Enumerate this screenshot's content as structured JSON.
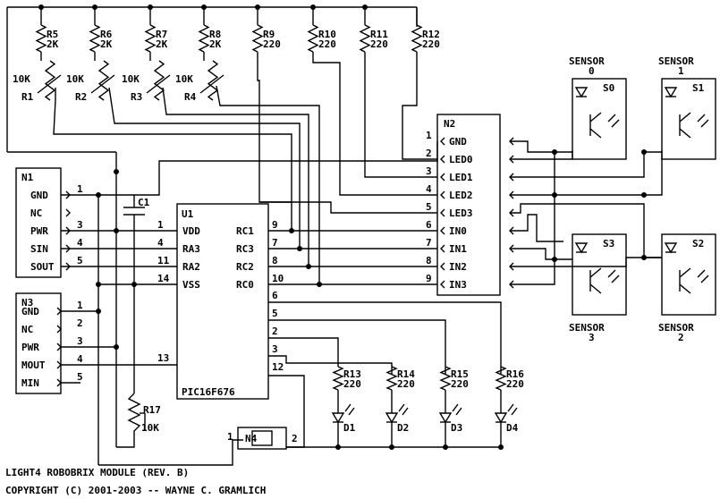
{
  "n1": {
    "ref": "N1",
    "pins": [
      {
        "n": "1",
        "name": "GND"
      },
      {
        "n": "",
        "name": "NC"
      },
      {
        "n": "3",
        "name": "PWR"
      },
      {
        "n": "4",
        "name": "SIN"
      },
      {
        "n": "5",
        "name": "SOUT"
      }
    ]
  },
  "n3": {
    "ref": "N3",
    "pins": [
      {
        "n": "1",
        "name": "GND"
      },
      {
        "n": "2",
        "name": "NC"
      },
      {
        "n": "3",
        "name": "PWR"
      },
      {
        "n": "4",
        "name": "MOUT"
      },
      {
        "n": "5",
        "name": "MIN"
      }
    ]
  },
  "n2": {
    "ref": "N2",
    "pins": [
      {
        "n": "1",
        "name": "GND"
      },
      {
        "n": "2",
        "name": "LED0"
      },
      {
        "n": "3",
        "name": "LED1"
      },
      {
        "n": "4",
        "name": "LED2"
      },
      {
        "n": "5",
        "name": "LED3"
      },
      {
        "n": "6",
        "name": "IN0"
      },
      {
        "n": "7",
        "name": "IN1"
      },
      {
        "n": "8",
        "name": "IN2"
      },
      {
        "n": "9",
        "name": "IN3"
      }
    ]
  },
  "u1": {
    "ref": "U1",
    "part": "PIC16F676",
    "left": [
      {
        "n": "1",
        "name": "VDD"
      },
      {
        "n": "4",
        "name": "RA3"
      },
      {
        "n": "11",
        "name": "RA2"
      },
      {
        "n": "14",
        "name": "VSS"
      }
    ],
    "right": [
      {
        "n": "9",
        "name": "RC1"
      },
      {
        "n": "7",
        "name": "RC3"
      },
      {
        "n": "8",
        "name": "RC2"
      },
      {
        "n": "10",
        "name": "RC0"
      }
    ],
    "extra": [
      "6",
      "5",
      "2",
      "3",
      "12"
    ],
    "mout": "13"
  },
  "top_resistors": [
    {
      "ref": "R5",
      "val": "2K"
    },
    {
      "ref": "R6",
      "val": "2K"
    },
    {
      "ref": "R7",
      "val": "2K"
    },
    {
      "ref": "R8",
      "val": "2K"
    },
    {
      "ref": "R9",
      "val": "220"
    },
    {
      "ref": "R10",
      "val": "220"
    },
    {
      "ref": "R11",
      "val": "220"
    },
    {
      "ref": "R12",
      "val": "220"
    }
  ],
  "pots": [
    {
      "ref": "R1",
      "val": "10K"
    },
    {
      "ref": "R2",
      "val": "10K"
    },
    {
      "ref": "R3",
      "val": "10K"
    },
    {
      "ref": "R4",
      "val": "10K"
    }
  ],
  "c1": "C1",
  "r17": {
    "ref": "R17",
    "val": "10K"
  },
  "n4": {
    "ref": "N4",
    "p1": "1",
    "p2": "2"
  },
  "led_resistors": [
    {
      "ref": "R13",
      "val": "220"
    },
    {
      "ref": "R14",
      "val": "220"
    },
    {
      "ref": "R15",
      "val": "220"
    },
    {
      "ref": "R16",
      "val": "220"
    }
  ],
  "leds": [
    "D1",
    "D2",
    "D3",
    "D4"
  ],
  "sensors": [
    {
      "title": "SENSOR",
      "num": "0",
      "ref": "S0"
    },
    {
      "title": "SENSOR",
      "num": "1",
      "ref": "S1"
    },
    {
      "title": "SENSOR",
      "num": "3",
      "ref": "S3"
    },
    {
      "title": "SENSOR",
      "num": "2",
      "ref": "S2"
    }
  ],
  "footer": {
    "line1": "LIGHT4 ROBOBRIX MODULE (REV. B)",
    "line2": "COPYRIGHT (C) 2001-2003 -- WAYNE C. GRAMLICH"
  }
}
